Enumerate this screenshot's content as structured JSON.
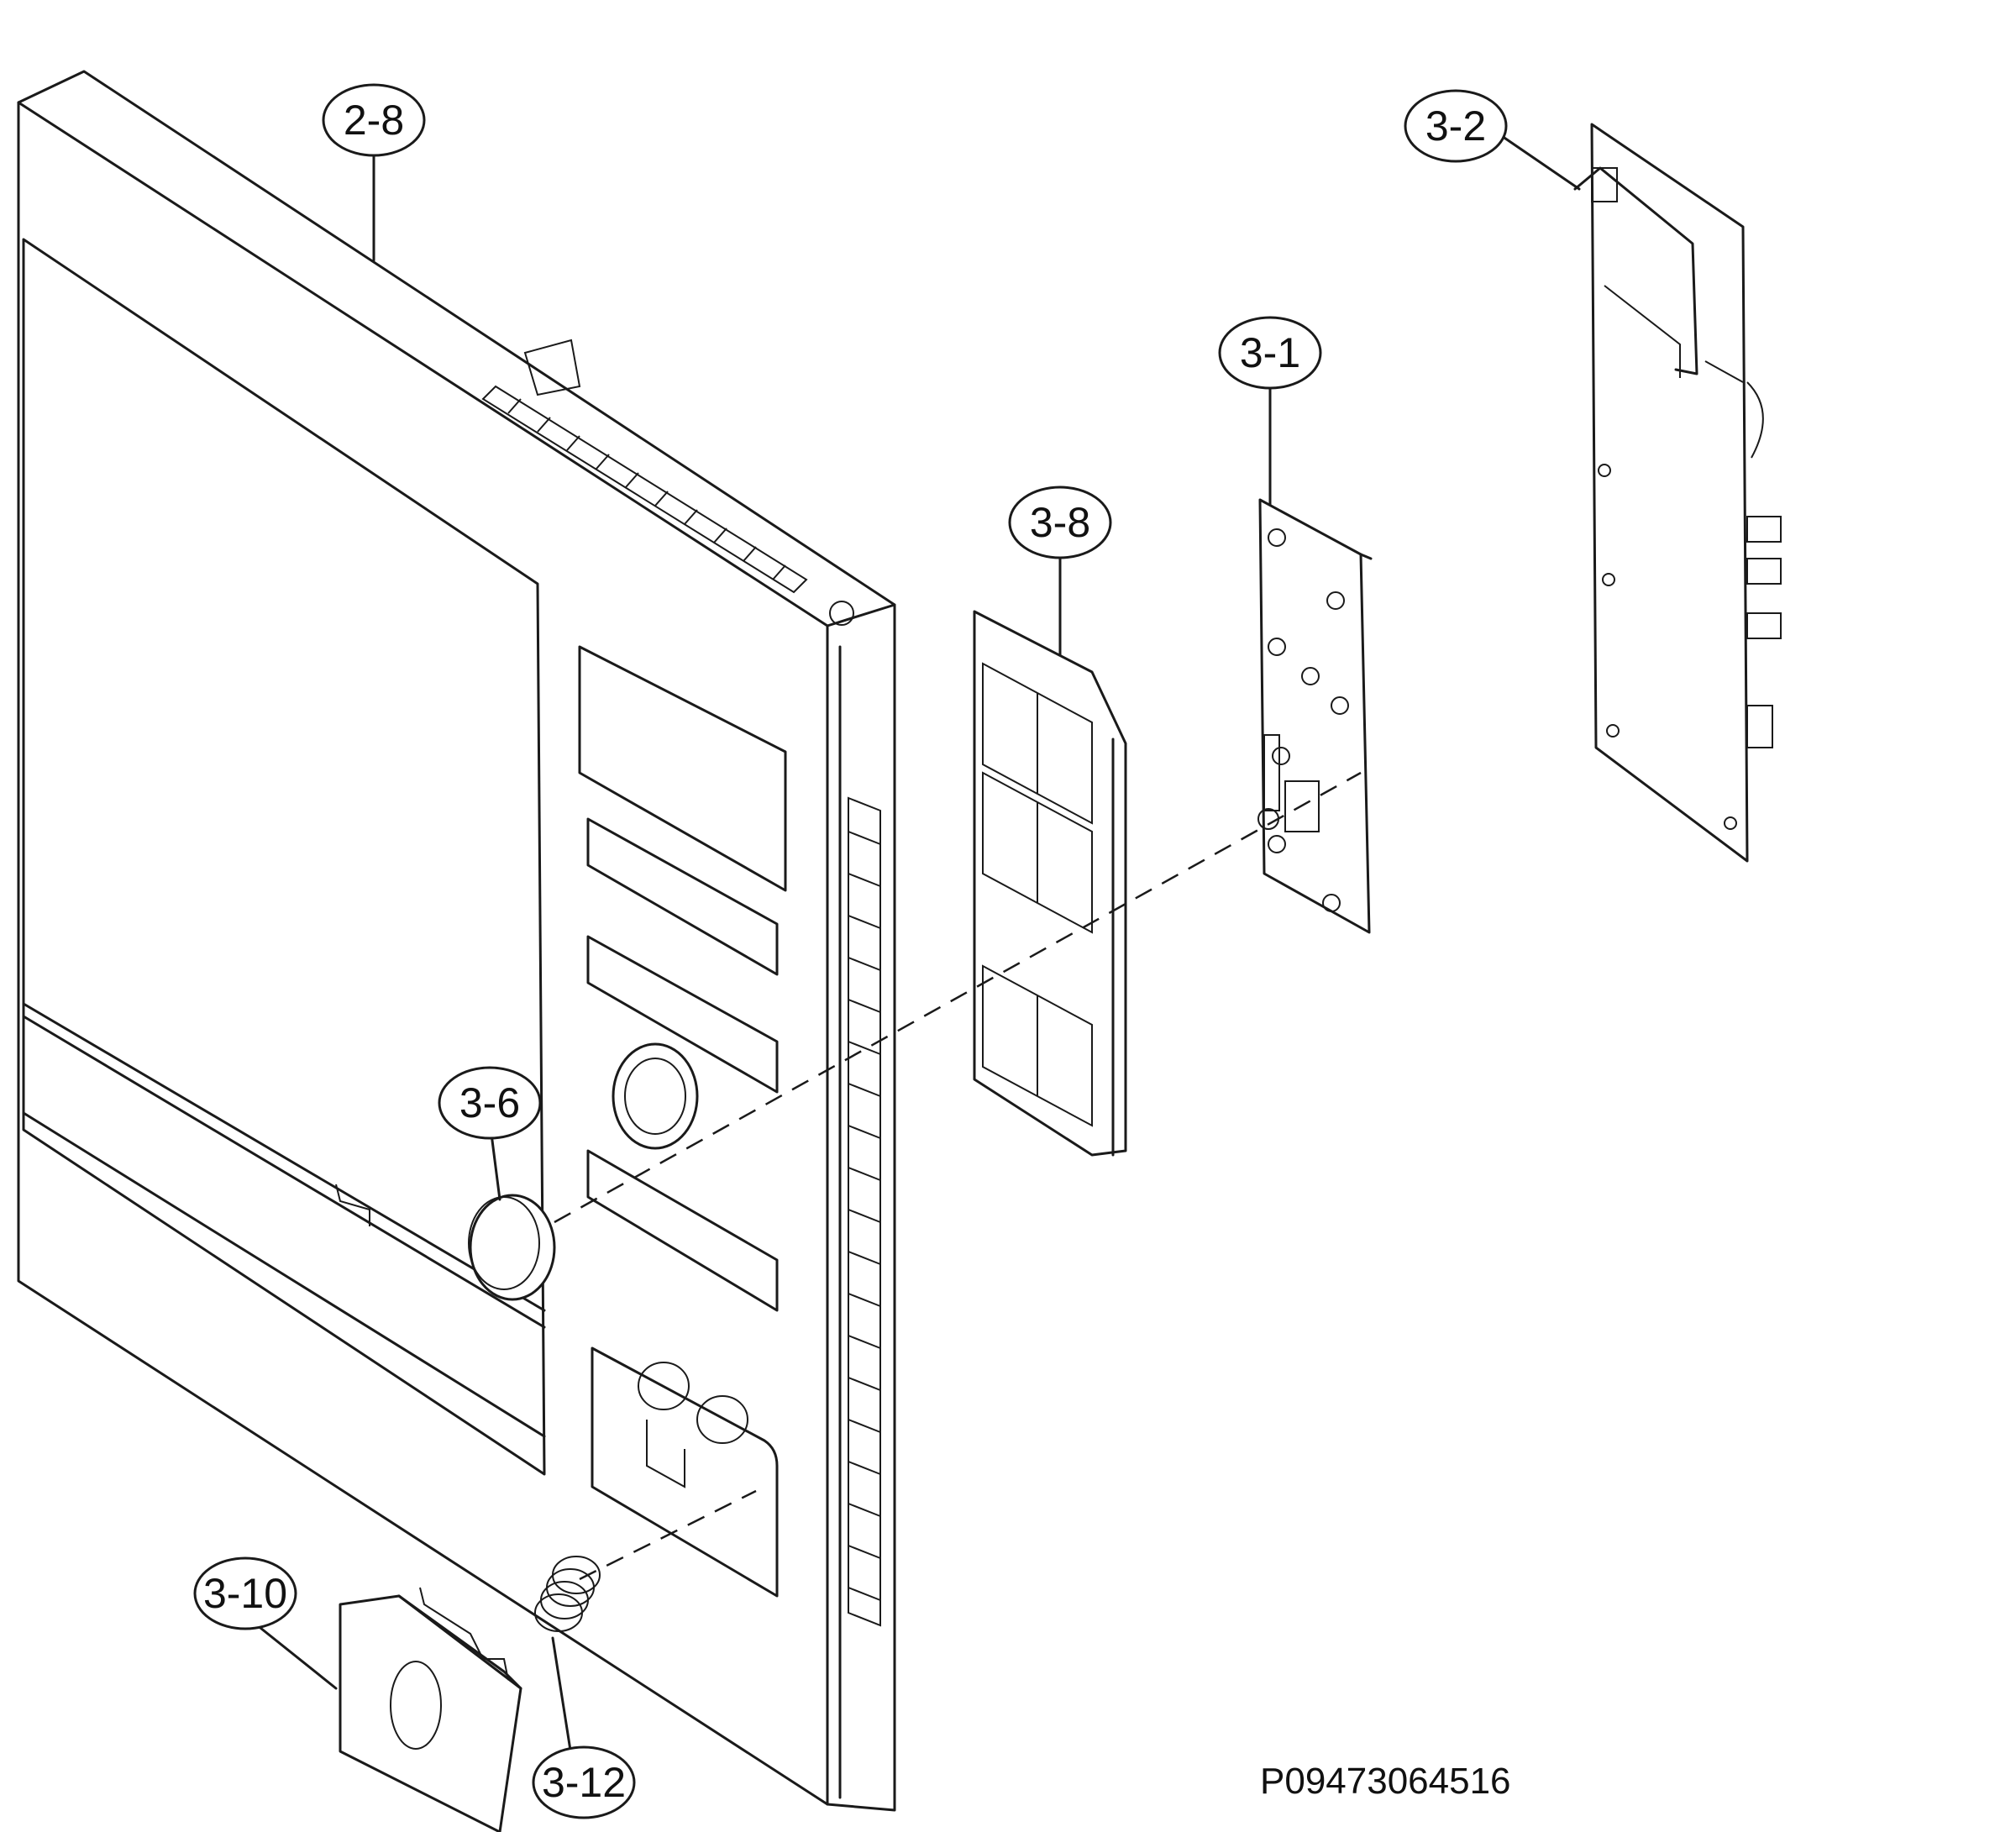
{
  "callouts": [
    {
      "id": "2-8",
      "label": "2-8"
    },
    {
      "id": "3-2",
      "label": "3-2"
    },
    {
      "id": "3-1",
      "label": "3-1"
    },
    {
      "id": "3-8",
      "label": "3-8"
    },
    {
      "id": "3-6",
      "label": "3-6"
    },
    {
      "id": "3-10",
      "label": "3-10"
    },
    {
      "id": "3-12",
      "label": "3-12"
    }
  ],
  "drawing_code": "P09473064516"
}
